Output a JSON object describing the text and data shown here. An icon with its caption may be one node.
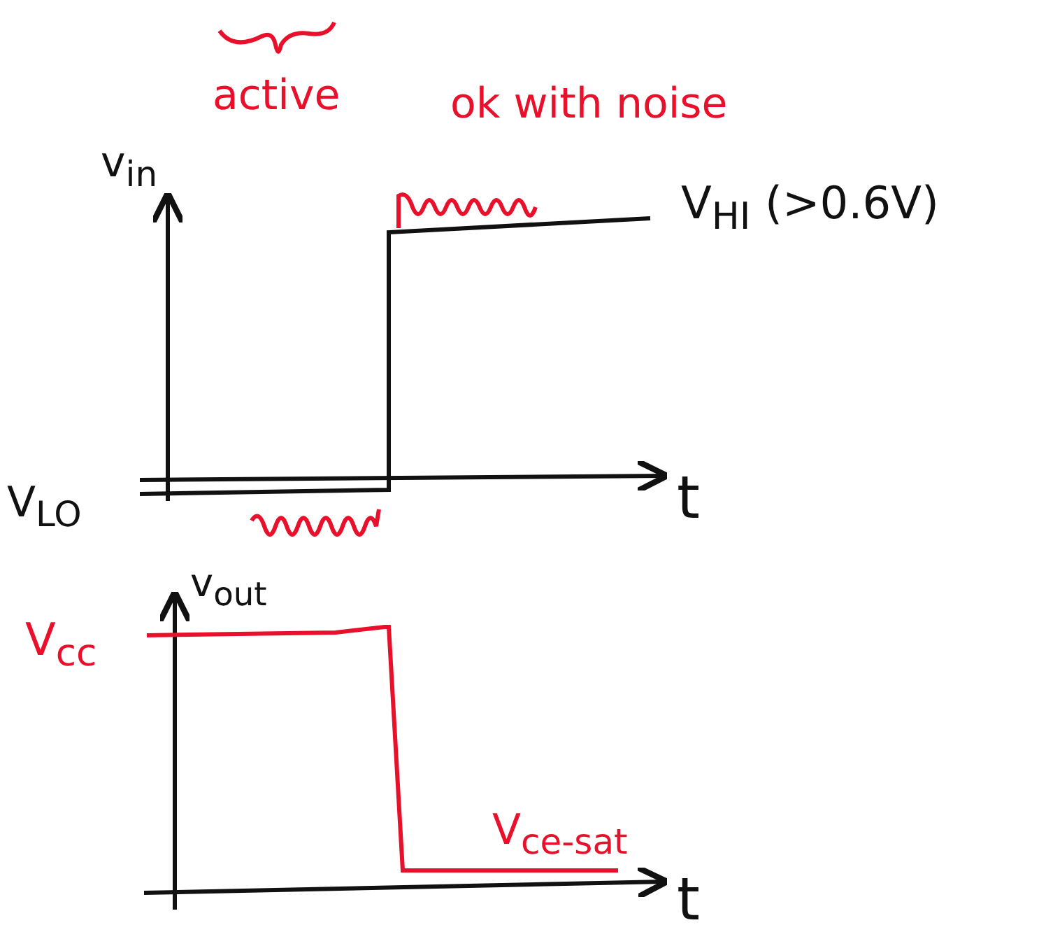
{
  "diagram": {
    "labels": [
      "active",
      "ok with noise",
      "v$_{in}$",
      "V$_{HI}$ (>0.6V)",
      "V$_{LO}$",
      "t",
      "v$_{out}$",
      "V$_{cc}$",
      "V$_{ce-sat}$",
      "t"
    ]
  }
}
